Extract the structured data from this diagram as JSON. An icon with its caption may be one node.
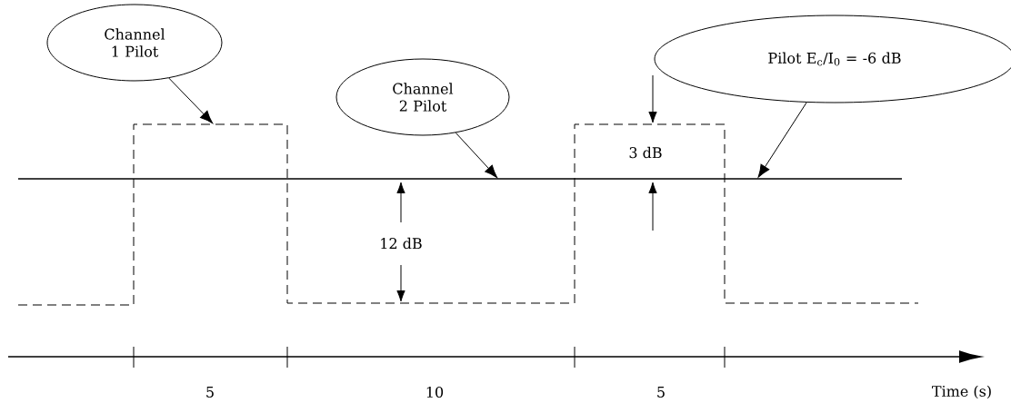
{
  "diagram": {
    "nodes": [
      {
        "text": [
          "Channel 1 Pilot"
        ]
      },
      {
        "text": [
          "Channel 2 Pilot"
        ]
      },
      {
        "text": [
          "Pilot E$_{c}$/I$_{0}$ = -6 dB"
        ]
      }
    ],
    "edges": [
      {
        "from": 0,
        "to": null,
        "arrow": "to"
      },
      {
        "from": 1,
        "to": null,
        "arrow": "to"
      },
      {
        "from": 2,
        "to": null,
        "arrow": "to"
      }
    ],
    "labels": [
      "3 dB",
      "12 dB",
      "5",
      "10",
      "5",
      "Time (s)"
    ]
  }
}
